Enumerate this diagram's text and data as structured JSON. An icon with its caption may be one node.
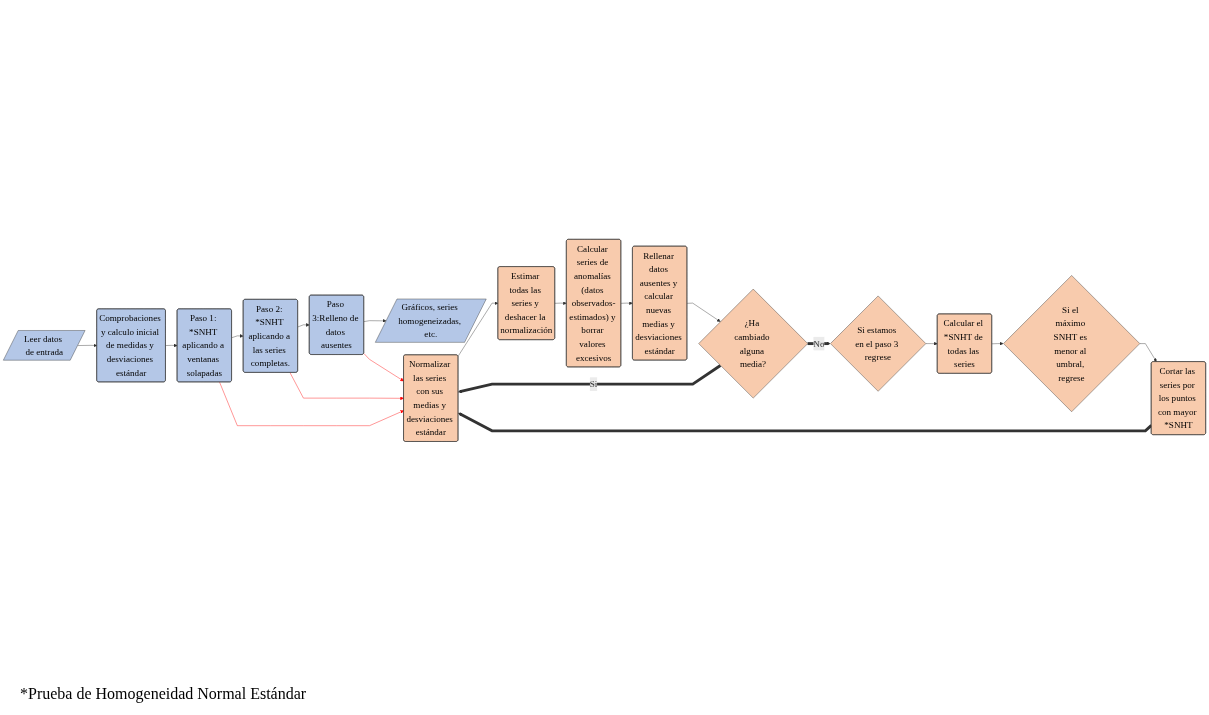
{
  "diagram": {
    "nodes": [
      {
        "text": [
          "Leer datos de entrada"
        ]
      },
      {
        "text": [
          "Comprobaciones y calculo inicial de medidas y desviaciones estándar"
        ]
      },
      {
        "text": [
          "Paso 1: *SNHT aplicando a ventanas solapadas"
        ]
      },
      {
        "text": [
          "Paso 2: *SNHT aplicando a las series completas."
        ]
      },
      {
        "text": [
          "Paso 3:Relleno de datos ausentes"
        ]
      },
      {
        "text": [
          "Gráficos, series homogeneizadas, etc."
        ]
      },
      {
        "text": [
          "Normalizar las series con sus medias y desviaciones estándar"
        ]
      },
      {
        "text": [
          "Estimar todas las series y deshacer la normalización"
        ]
      },
      {
        "text": [
          "Calcular series de anomalías (datos observados-estimados) y borrar valores excesivos"
        ]
      },
      {
        "text": [
          "Rellenar datos ausentes y calcular nuevas medias y desviaciones estándar"
        ]
      },
      {
        "text": [
          "¿Ha cambiado alguna media?"
        ]
      },
      {
        "text": [
          "Si estamos en el paso 3 regrese"
        ]
      },
      {
        "text": [
          "Calcular el *SNHT de todas las series"
        ]
      },
      {
        "text": [
          "Si el máximo SNHT es menor al umbral, regrese"
        ]
      },
      {
        "text": [
          "Cortar las series por los puntos con mayor *SNHT"
        ]
      }
    ],
    "edges": [
      {
        "from": 0,
        "to": 1,
        "arrow": "to"
      },
      {
        "from": 1,
        "to": 2,
        "arrow": "to"
      },
      {
        "from": 2,
        "to": 3,
        "arrow": "to"
      },
      {
        "from": 3,
        "to": 4,
        "arrow": "to"
      },
      {
        "from": 4,
        "to": 5,
        "arrow": "to"
      },
      {
        "from": 2,
        "to": 6,
        "arrow": "to",
        "color": "#ff0000"
      },
      {
        "from": 3,
        "to": 6,
        "arrow": "to",
        "color": "#ff0000"
      },
      {
        "from": 4,
        "to": 6,
        "arrow": "to",
        "color": "#ff0000"
      },
      {
        "from": 6,
        "to": 7,
        "arrow": "to"
      },
      {
        "from": 7,
        "to": 8,
        "arrow": "to"
      },
      {
        "from": 8,
        "to": 9,
        "arrow": "to"
      },
      {
        "from": 9,
        "to": 10,
        "arrow": "to"
      },
      {
        "from": 10,
        "to": 6,
        "arrow": "to",
        "label": "Si",
        "style": "thick"
      },
      {
        "from": 10,
        "to": 11,
        "arrow": "to",
        "label": "No",
        "style": "thick"
      },
      {
        "from": 11,
        "to": 12,
        "arrow": "to"
      },
      {
        "from": 12,
        "to": 13,
        "arrow": "to"
      },
      {
        "from": 13,
        "to": 14,
        "arrow": "to"
      },
      {
        "from": 14,
        "to": 6,
        "arrow": "to",
        "style": "thick"
      }
    ],
    "labels": [
      "*Prueba de Homogeneidad Normal Estándar"
    ]
  }
}
